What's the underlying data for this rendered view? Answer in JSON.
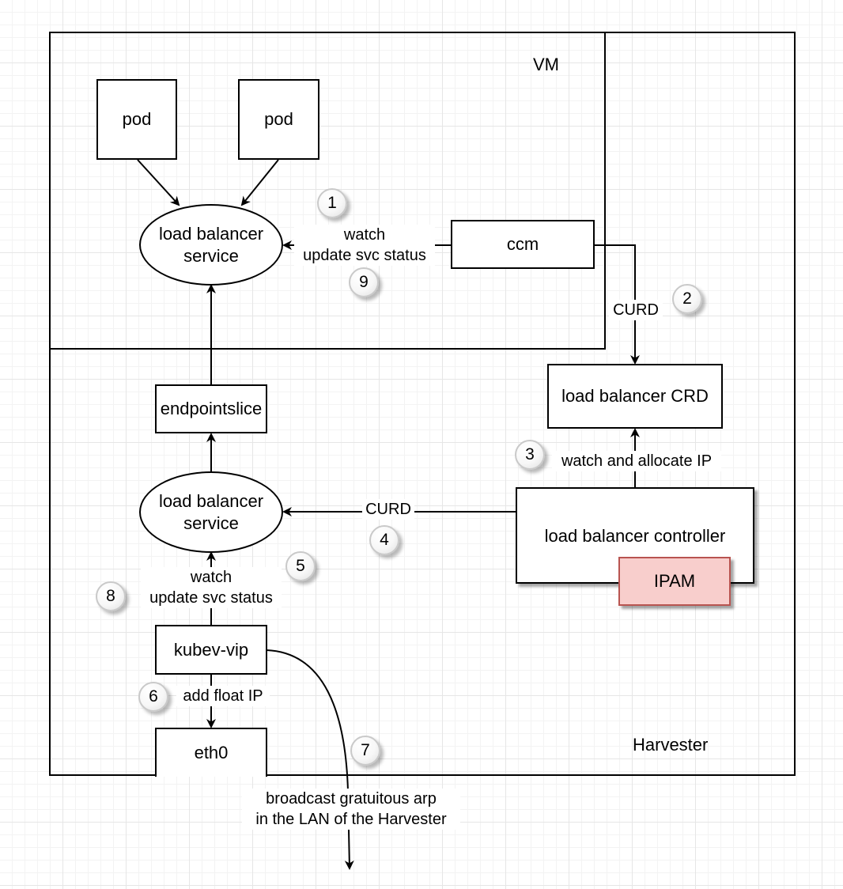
{
  "frames": {
    "vm_label": "VM",
    "harvester_label": "Harvester"
  },
  "nodes": {
    "pod_1": "pod",
    "pod_2": "pod",
    "vm_lb_service": "load balancer\nservice",
    "ccm": "ccm",
    "lb_crd": "load balancer CRD",
    "endpointslice": "endpointslice",
    "harvester_lb_service": "load balancer\nservice",
    "lb_controller": "load balancer controller",
    "ipam": "IPAM",
    "kubev_vip": "kubev-vip",
    "eth0": "eth0"
  },
  "edge_labels": {
    "ccm_to_service": "watch\nupdate svc status",
    "ccm_to_crd": "CURD",
    "controller_to_crd": "watch and allocate IP",
    "controller_to_service": "CURD",
    "vip_to_service": "watch\nupdate svc status",
    "vip_to_eth0": "add float IP",
    "arp": "broadcast gratuitous arp\nin the LAN of the Harvester"
  },
  "steps": [
    "1",
    "2",
    "3",
    "4",
    "5",
    "6",
    "7",
    "8",
    "9"
  ],
  "colors": {
    "ipam_fill": "#f8cecc",
    "ipam_stroke": "#b85450",
    "line": "#000000"
  }
}
